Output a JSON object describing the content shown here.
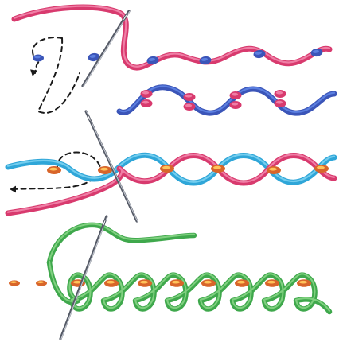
{
  "figure": {
    "panels": [
      {
        "key": "whipped-running",
        "rows": [
          {
            "key": "row-1-pink-whip",
            "thread": "pink",
            "stitch": "blue",
            "stitch_count": 5
          },
          {
            "key": "row-2-blue-whip",
            "thread": "blue",
            "stitch": "pink",
            "stitch_count": 4
          }
        ],
        "needle": {
          "present": true
        },
        "guide": {
          "style": "dashed",
          "arrow": "down"
        }
      },
      {
        "key": "interlaced-running",
        "rows": [
          {
            "key": "row-3-blue-pink-interlace",
            "thread": "blue",
            "second_thread": "pink",
            "stitch": "orange",
            "stitch_count": 6
          }
        ],
        "needle": {
          "present": true
        },
        "guide": {
          "style": "dashed",
          "arrow": "left"
        }
      },
      {
        "key": "looped-running",
        "rows": [
          {
            "key": "row-4-green-loop",
            "thread": "green",
            "stitch": "orange",
            "stitch_count": 8
          }
        ],
        "needle": {
          "present": true
        },
        "guide": {
          "style": "dashed",
          "arrow": "none"
        }
      }
    ]
  },
  "colors": {
    "background": "#ffffff",
    "pink": "#d83a6e",
    "pink_light": "#ef7ea5",
    "blue": "#3b55b8",
    "blue_light": "#5b7fe0",
    "cyan": "#2fa6d8",
    "cyan_light": "#73cdee",
    "green": "#3fa84c",
    "green_light": "#7fd07f",
    "orange": "#f08a2a",
    "orange_dark": "#d8652a",
    "orange_light": "#ffc35a",
    "needle": "#555a66",
    "needle_light": "#c9cdd6",
    "guide": "#1a1a1a"
  }
}
